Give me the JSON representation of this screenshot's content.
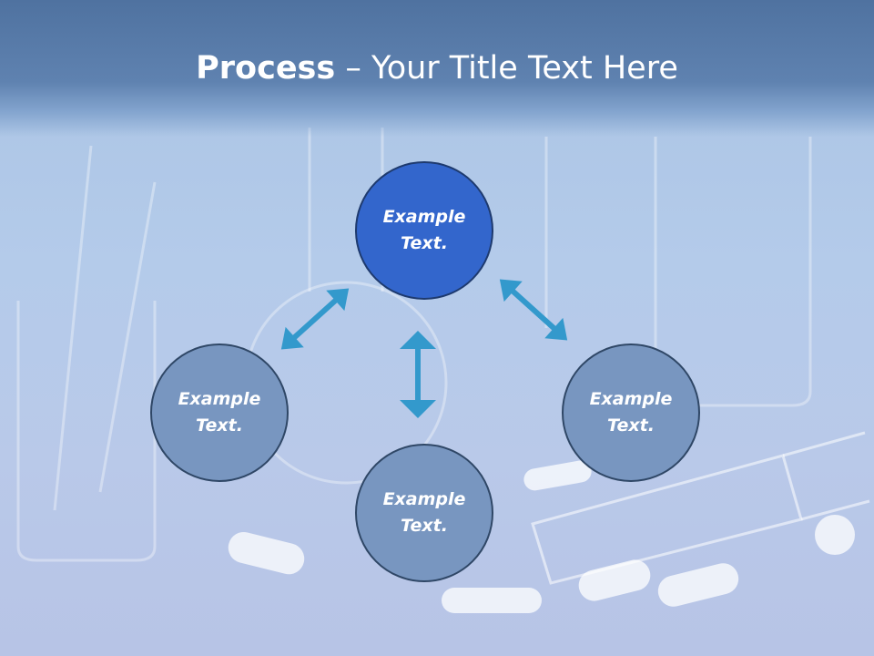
{
  "slide": {
    "title_bold": "Process",
    "title_rest": " – Your Title Text Here"
  },
  "nodes": {
    "top": "Example Text.",
    "left": "Example Text.",
    "bottom": "Example Text.",
    "right": "Example Text."
  },
  "colors": {
    "header": "#5f82b0",
    "center_node": "#3366cc",
    "outer_node": "#7896c0",
    "arrows": "#3399cc"
  },
  "icons": [
    "double-arrow-icon"
  ]
}
